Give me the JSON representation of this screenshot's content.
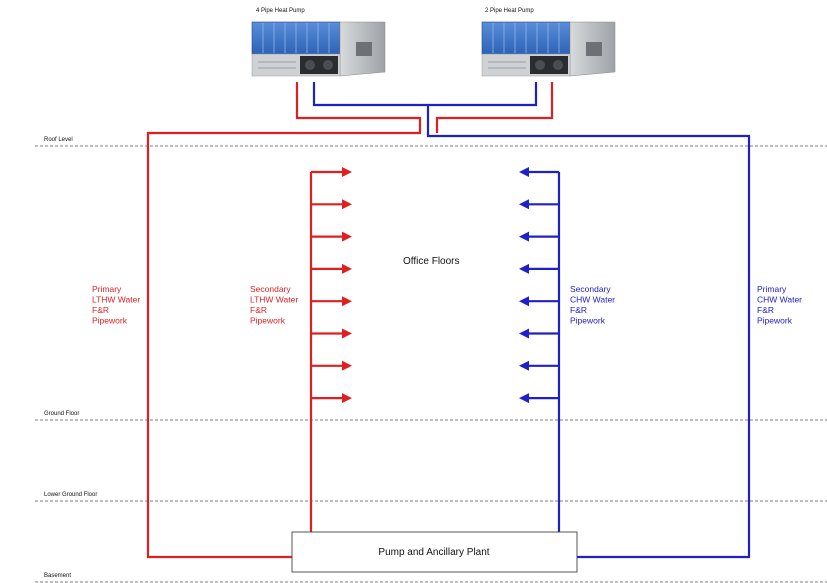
{
  "heat_pumps": {
    "left_title": "4 Pipe Heat Pump",
    "right_title": "2 Pipe Heat Pump"
  },
  "levels": {
    "roof": "Roof Level",
    "ground": "Ground Floor",
    "lower_ground": "Lower Ground Floor",
    "basement": "Basement"
  },
  "center_label": "Office Floors",
  "plant_label": "Pump and Ancillary Plant",
  "pipe_labels": {
    "primary_lthw": [
      "Primary",
      "LTHW Water",
      "F&R",
      "Pipework"
    ],
    "secondary_lthw": [
      "Secondary",
      "LTHW Water",
      "F&R",
      "Pipework"
    ],
    "secondary_chw": [
      "Secondary",
      "CHW Water",
      "F&R",
      "Pipework"
    ],
    "primary_chw": [
      "Primary",
      "CHW Water",
      "F&R",
      "Pipework"
    ]
  },
  "colors": {
    "lthw": "#e02020",
    "chw": "#2020c8",
    "floor_line": "#555555"
  },
  "branch_count": 8
}
